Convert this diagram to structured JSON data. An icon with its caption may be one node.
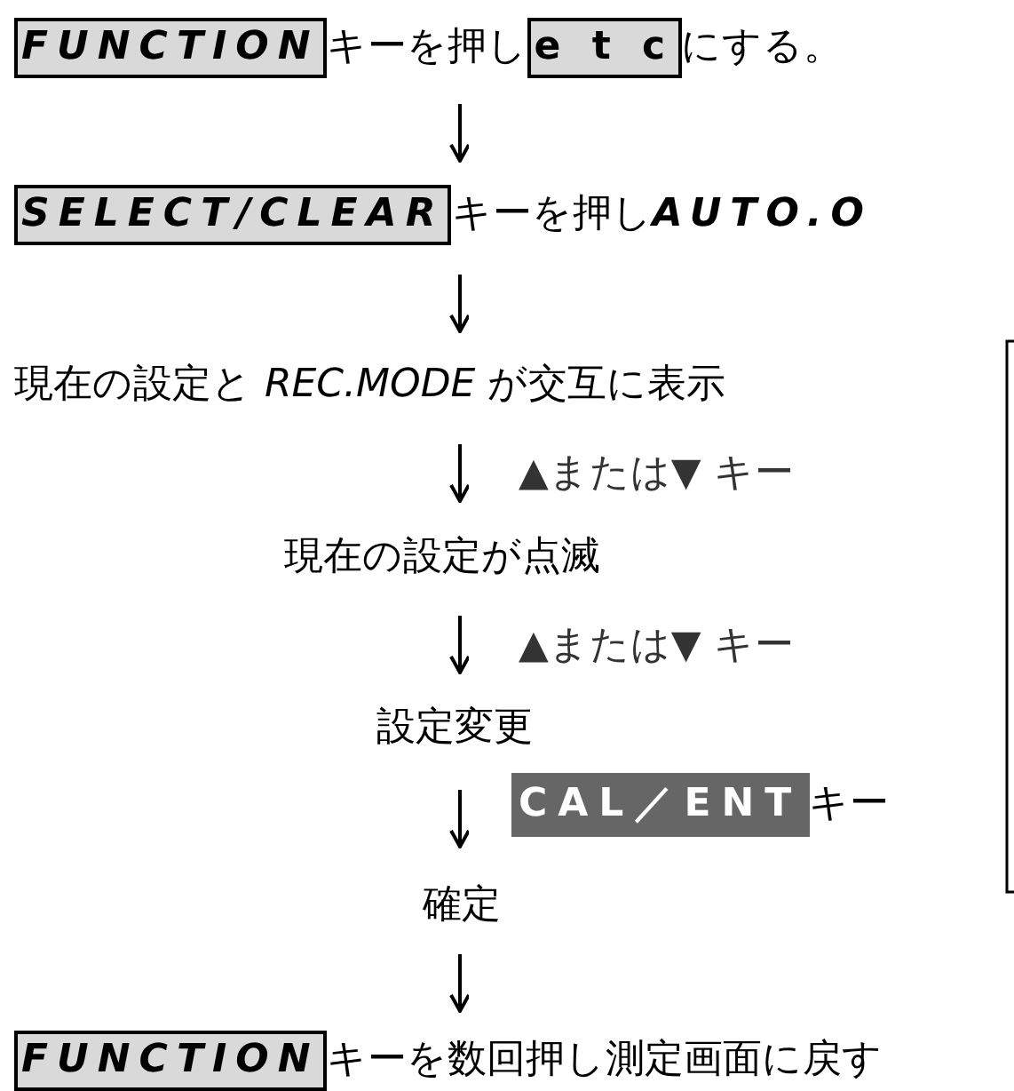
{
  "diagram": {
    "nodes": [
      {
        "text": [
          "FUNCTION",
          "キーを押し",
          "e t c",
          "にする。"
        ]
      },
      {
        "text": [
          "SELECT/CLEAR",
          "キーを押し",
          "AUTO.O"
        ]
      },
      {
        "text": [
          "現在の設定と *REC.MODE* が交互に表示"
        ]
      },
      {
        "text": [
          "現在の設定が点滅"
        ]
      },
      {
        "text": [
          "設定変更"
        ]
      },
      {
        "text": [
          "CAL／ENT"
        ],
        "beside": [
          "キー"
        ]
      },
      {
        "text": [
          "確定"
        ]
      },
      {
        "text": [
          "FUNCTION",
          "キーを数回押し測定画面に戻す"
        ]
      }
    ],
    "edges": [
      {
        "from": 0,
        "to": 1,
        "arrow": "to"
      },
      {
        "from": 1,
        "to": 2,
        "arrow": "to"
      },
      {
        "from": 2,
        "to": 3,
        "arrow": "to",
        "label": "▲または▼ キー"
      },
      {
        "from": 3,
        "to": 4,
        "arrow": "to",
        "label": "▲または▼ キー"
      },
      {
        "from": 4,
        "to": 6,
        "arrow": "to"
      },
      {
        "from": 6,
        "to": 7,
        "arrow": "to"
      }
    ]
  }
}
